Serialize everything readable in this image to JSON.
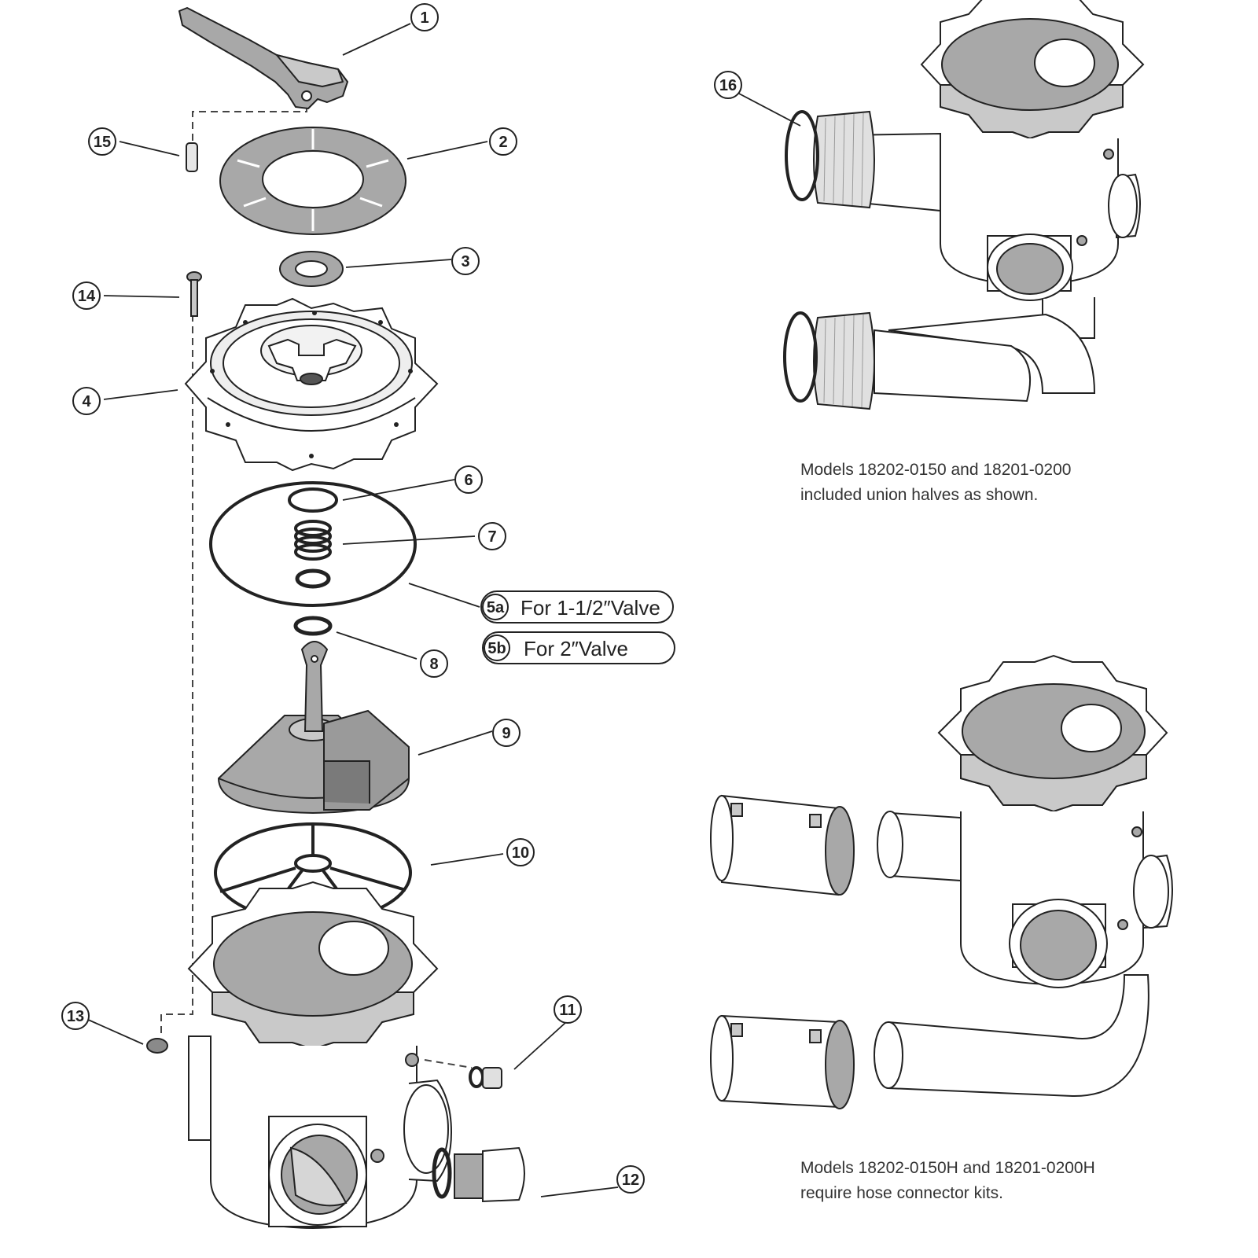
{
  "callouts": [
    {
      "id": "1",
      "part": "handle"
    },
    {
      "id": "2",
      "part": "label-plate"
    },
    {
      "id": "3",
      "part": "washer"
    },
    {
      "id": "4",
      "part": "valve-cover"
    },
    {
      "id": "6",
      "part": "o-ring-small"
    },
    {
      "id": "7",
      "part": "spring"
    },
    {
      "id": "8",
      "part": "o-ring"
    },
    {
      "id": "9",
      "part": "rotor"
    },
    {
      "id": "10",
      "part": "spider-gasket"
    },
    {
      "id": "11",
      "part": "plug-with-o-ring"
    },
    {
      "id": "12",
      "part": "drain-plug"
    },
    {
      "id": "13",
      "part": "nut"
    },
    {
      "id": "14",
      "part": "screw"
    },
    {
      "id": "15",
      "part": "pin"
    },
    {
      "id": "16",
      "part": "union-o-ring"
    }
  ],
  "variants": [
    {
      "code": "5a",
      "label": "For 1-1/2″Valve"
    },
    {
      "code": "5b",
      "label": "For 2″Valve"
    }
  ],
  "notes": {
    "union_line1": "Models 18202-0150 and 18201-0200",
    "union_line2": "included union halves as shown.",
    "hose_line1": "Models 18202-0150H and 18201-0200H",
    "hose_line2": "require hose connector kits."
  },
  "colors": {
    "line": "#222222",
    "gray": "#a8a8a8",
    "light_gray": "#c9c9c9",
    "dark_gray": "#7a7a7a",
    "body_fill": "#ffffff"
  }
}
